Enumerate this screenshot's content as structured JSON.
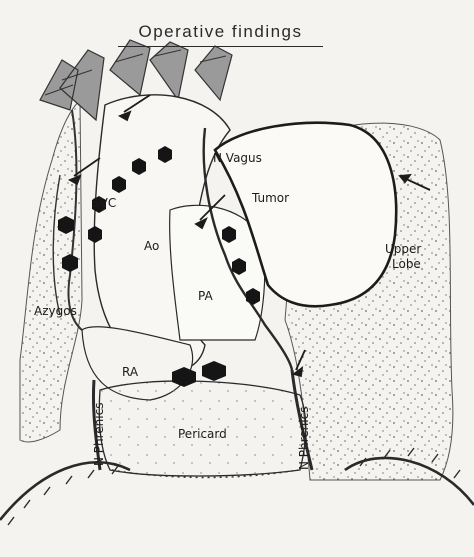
{
  "title": "Operative findings",
  "labels": {
    "n_vagus": "N Vagus",
    "tumor": "Tumor",
    "svc": "SVC",
    "ao": "Ao",
    "upper_lobe_line1": "Upper",
    "upper_lobe_line2": "Lobe",
    "azygos": "Azygos",
    "pa": "PA",
    "ra": "RA",
    "pericard": "Pericard",
    "n_phrenics_left": "N Phrenics",
    "n_phrenics_right": "N Phrenics"
  },
  "colors": {
    "background": "#f4f3f0",
    "ink": "#1c1c1c",
    "stipple": "#6b6b6b",
    "tumor_fill": "#fbfaf7"
  }
}
